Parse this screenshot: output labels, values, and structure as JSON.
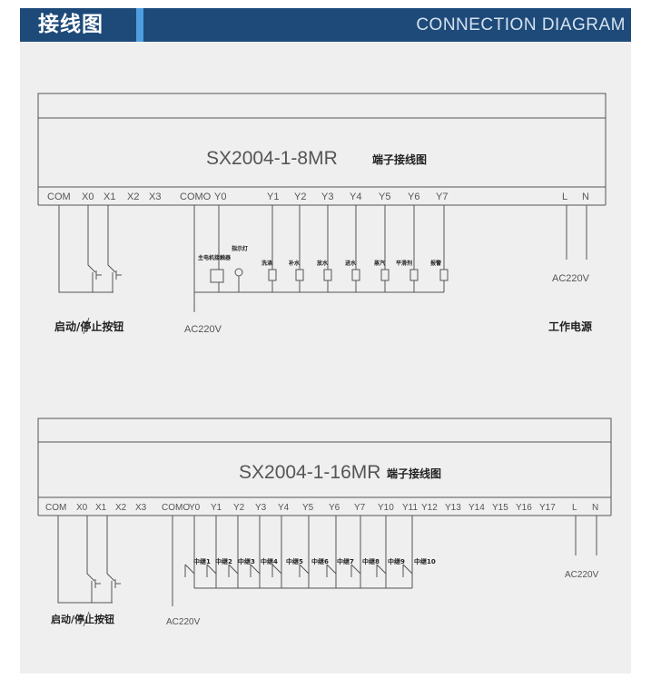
{
  "header": {
    "title_cn": "接线图",
    "title_en": "CONNECTION DIAGRAM"
  },
  "diagram1": {
    "model": "SX2004-1-8MR",
    "suffix": "端子接线图",
    "terminals": [
      "COM",
      "X0",
      "X1",
      "X2",
      "X3",
      "COMO",
      "Y0",
      "Y1",
      "Y2",
      "Y3",
      "Y4",
      "Y5",
      "Y6",
      "Y7",
      "L",
      "N"
    ],
    "loads": [
      "主电机接触器",
      "指示灯",
      "洗涤",
      "补水",
      "放水",
      "进水",
      "蒸汽",
      "平滑剂",
      "报警"
    ],
    "ac_left": "AC220V",
    "ac_right": "AC220V",
    "switch_label": "启动/停止按钮",
    "power_label": "工作电源"
  },
  "diagram2": {
    "model": "SX2004-1-16MR",
    "suffix": "端子接线图",
    "terminals": [
      "COM",
      "X0",
      "X1",
      "X2",
      "X3",
      "COMO",
      "Y0",
      "Y1",
      "Y2",
      "Y3",
      "Y4",
      "Y5",
      "Y6",
      "Y7",
      "Y10",
      "Y11",
      "Y12",
      "Y13",
      "Y14",
      "Y15",
      "Y16",
      "Y17",
      "L",
      "N"
    ],
    "relays": [
      "中继1",
      "中继2",
      "中继3",
      "中继4",
      "中继5",
      "中继6",
      "中继7",
      "中继8",
      "中继9",
      "中继10"
    ],
    "ac_left": "AC220V",
    "ac_right": "AC220V",
    "switch_label": "启动/停止按钮"
  },
  "colors": {
    "header_bg": "#1e4a7a",
    "accent": "#4d9ee0",
    "panel_bg": "#efefef",
    "line": "#555555"
  }
}
